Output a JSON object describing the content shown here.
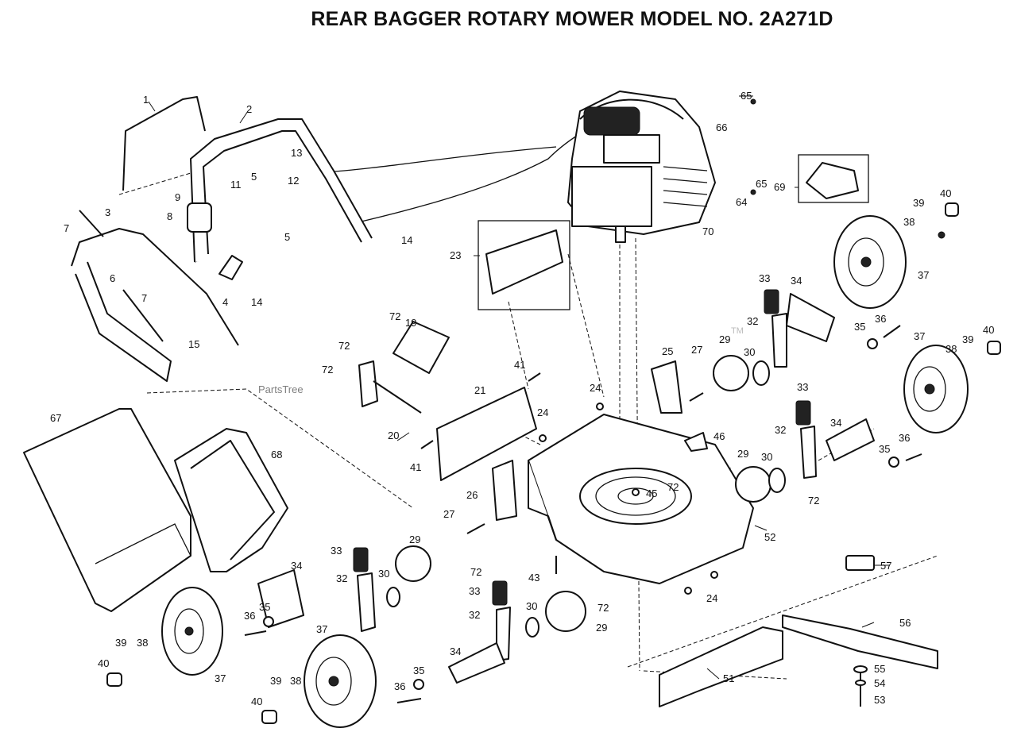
{
  "title": "REAR BAGGER ROTARY MOWER MODEL NO. 2A271D",
  "watermark": "PartsTree",
  "watermark_tm": "TM",
  "callouts": {
    "c1": "1",
    "c2": "2",
    "c3": "3",
    "c4": "4",
    "c5a": "5",
    "c5b": "5",
    "c6": "6",
    "c7a": "7",
    "c7b": "7",
    "c8": "8",
    "c9": "9",
    "c11": "11",
    "c12": "12",
    "c13": "13",
    "c14a": "14",
    "c14b": "14",
    "c15": "15",
    "c19": "19",
    "c20": "20",
    "c21": "21",
    "c23": "23",
    "c24a": "24",
    "c24b": "24",
    "c24c": "24",
    "c25": "25",
    "c26": "26",
    "c27a": "27",
    "c27b": "27",
    "c29a": "29",
    "c29b": "29",
    "c29c": "29",
    "c29d": "29",
    "c30a": "30",
    "c30b": "30",
    "c30c": "30",
    "c30d": "30",
    "c32a": "32",
    "c32b": "32",
    "c32c": "32",
    "c32d": "32",
    "c33a": "33",
    "c33b": "33",
    "c33c": "33",
    "c33d": "33",
    "c34a": "34",
    "c34b": "34",
    "c34c": "34",
    "c34d": "34",
    "c35a": "35",
    "c35b": "35",
    "c35c": "35",
    "c35d": "35",
    "c36a": "36",
    "c36b": "36",
    "c36c": "36",
    "c36d": "36",
    "c37a": "37",
    "c37b": "37",
    "c37c": "37",
    "c37d": "37",
    "c38a": "38",
    "c38b": "38",
    "c38c": "38",
    "c38d": "38",
    "c39a": "39",
    "c39b": "39",
    "c39c": "39",
    "c39d": "39",
    "c40a": "40",
    "c40b": "40",
    "c40c": "40",
    "c40d": "40",
    "c41a": "41",
    "c41b": "41",
    "c43": "43",
    "c45": "45",
    "c46": "46",
    "c51": "51",
    "c52": "52",
    "c53": "53",
    "c54": "54",
    "c55": "55",
    "c56": "56",
    "c57": "57",
    "c64": "64",
    "c65a": "65",
    "c65b": "65",
    "c66": "66",
    "c67": "67",
    "c68": "68",
    "c69": "69",
    "c70": "70",
    "c72a": "72",
    "c72b": "72",
    "c72c": "72",
    "c72d": "72",
    "c72e": "72",
    "c72f": "72",
    "c72g": "72"
  }
}
